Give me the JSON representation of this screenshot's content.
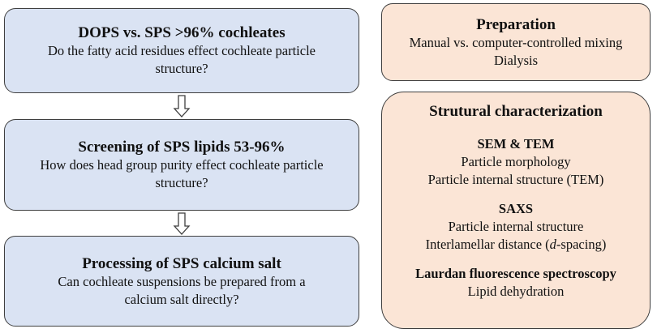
{
  "left_boxes": [
    {
      "title": "DOPS vs. SPS >96% cochleates",
      "lines": [
        "Do the fatty acid residues effect cochleate particle",
        "structure?"
      ]
    },
    {
      "title": "Screening of SPS  lipids 53-96%",
      "lines": [
        "How does head group purity effect cochleate particle",
        "structure?"
      ]
    },
    {
      "title": "Processing of SPS calcium salt",
      "lines": [
        "Can cochleate suspensions be prepared from a",
        "calcium salt directly?"
      ]
    }
  ],
  "preparation": {
    "title": "Preparation",
    "lines": [
      "Manual vs. computer-controlled mixing",
      "Dialysis"
    ]
  },
  "characterization": {
    "title": "Strutural characterization",
    "sections": [
      {
        "heading": "SEM & TEM",
        "lines": [
          "Particle morphology",
          "Particle internal structure (TEM)"
        ]
      },
      {
        "heading": "SAXS",
        "lines": [
          "Particle internal structure",
          "Interlamellar distance ("
        ],
        "italic": "d",
        "suffix": "-spacing)"
      },
      {
        "heading": "Laurdan fluorescence spectroscopy",
        "lines": [
          "Lipid dehydration"
        ]
      }
    ]
  },
  "colors": {
    "blue_fill": "#dae3f3",
    "orange_fill": "#fbe5d6",
    "border": "#3f3f3f"
  }
}
